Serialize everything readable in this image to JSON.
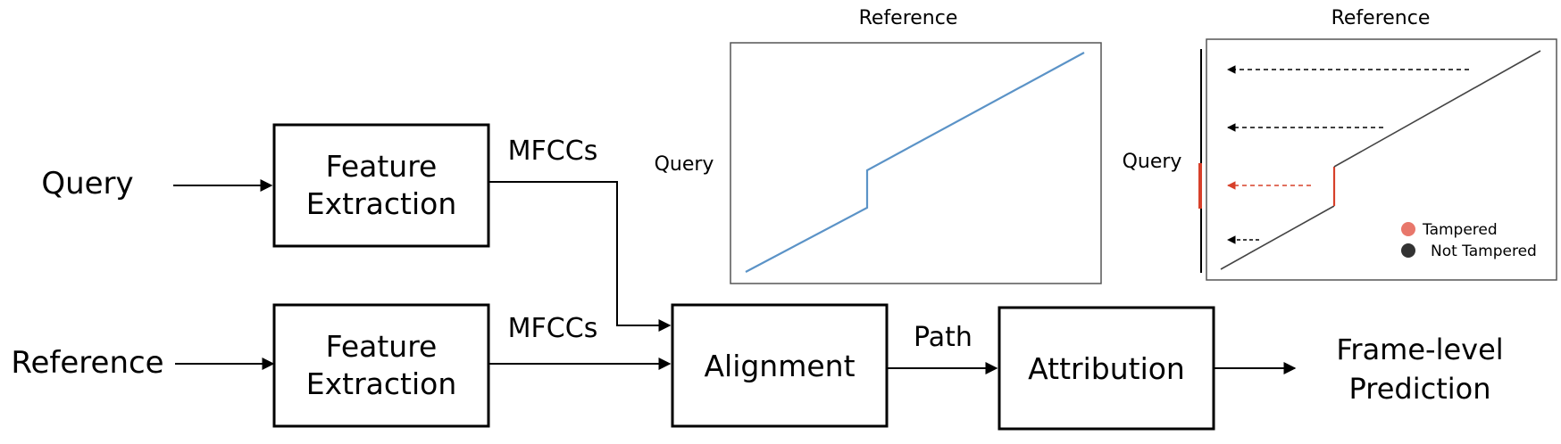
{
  "inputs": {
    "query": "Query",
    "reference": "Reference"
  },
  "blocks": {
    "feature_extraction_top": [
      "Feature",
      "Extraction"
    ],
    "feature_extraction_bottom": [
      "Feature",
      "Extraction"
    ],
    "alignment": "Alignment",
    "attribution": "Attribution"
  },
  "edges": {
    "mfccs_top": "MFCCs",
    "mfccs_bottom": "MFCCs",
    "path": "Path"
  },
  "output": [
    "Frame-level",
    "Prediction"
  ],
  "plot1": {
    "title": "Reference",
    "ylabel": "Query",
    "line_color": "#5b93c7"
  },
  "plot2": {
    "title": "Reference",
    "ylabel": "Query",
    "legend": [
      {
        "label": "Tampered",
        "color": "#e8776b"
      },
      {
        "label": "Not Tampered",
        "color": "#333333"
      }
    ],
    "tampered_color": "#d7402a"
  }
}
